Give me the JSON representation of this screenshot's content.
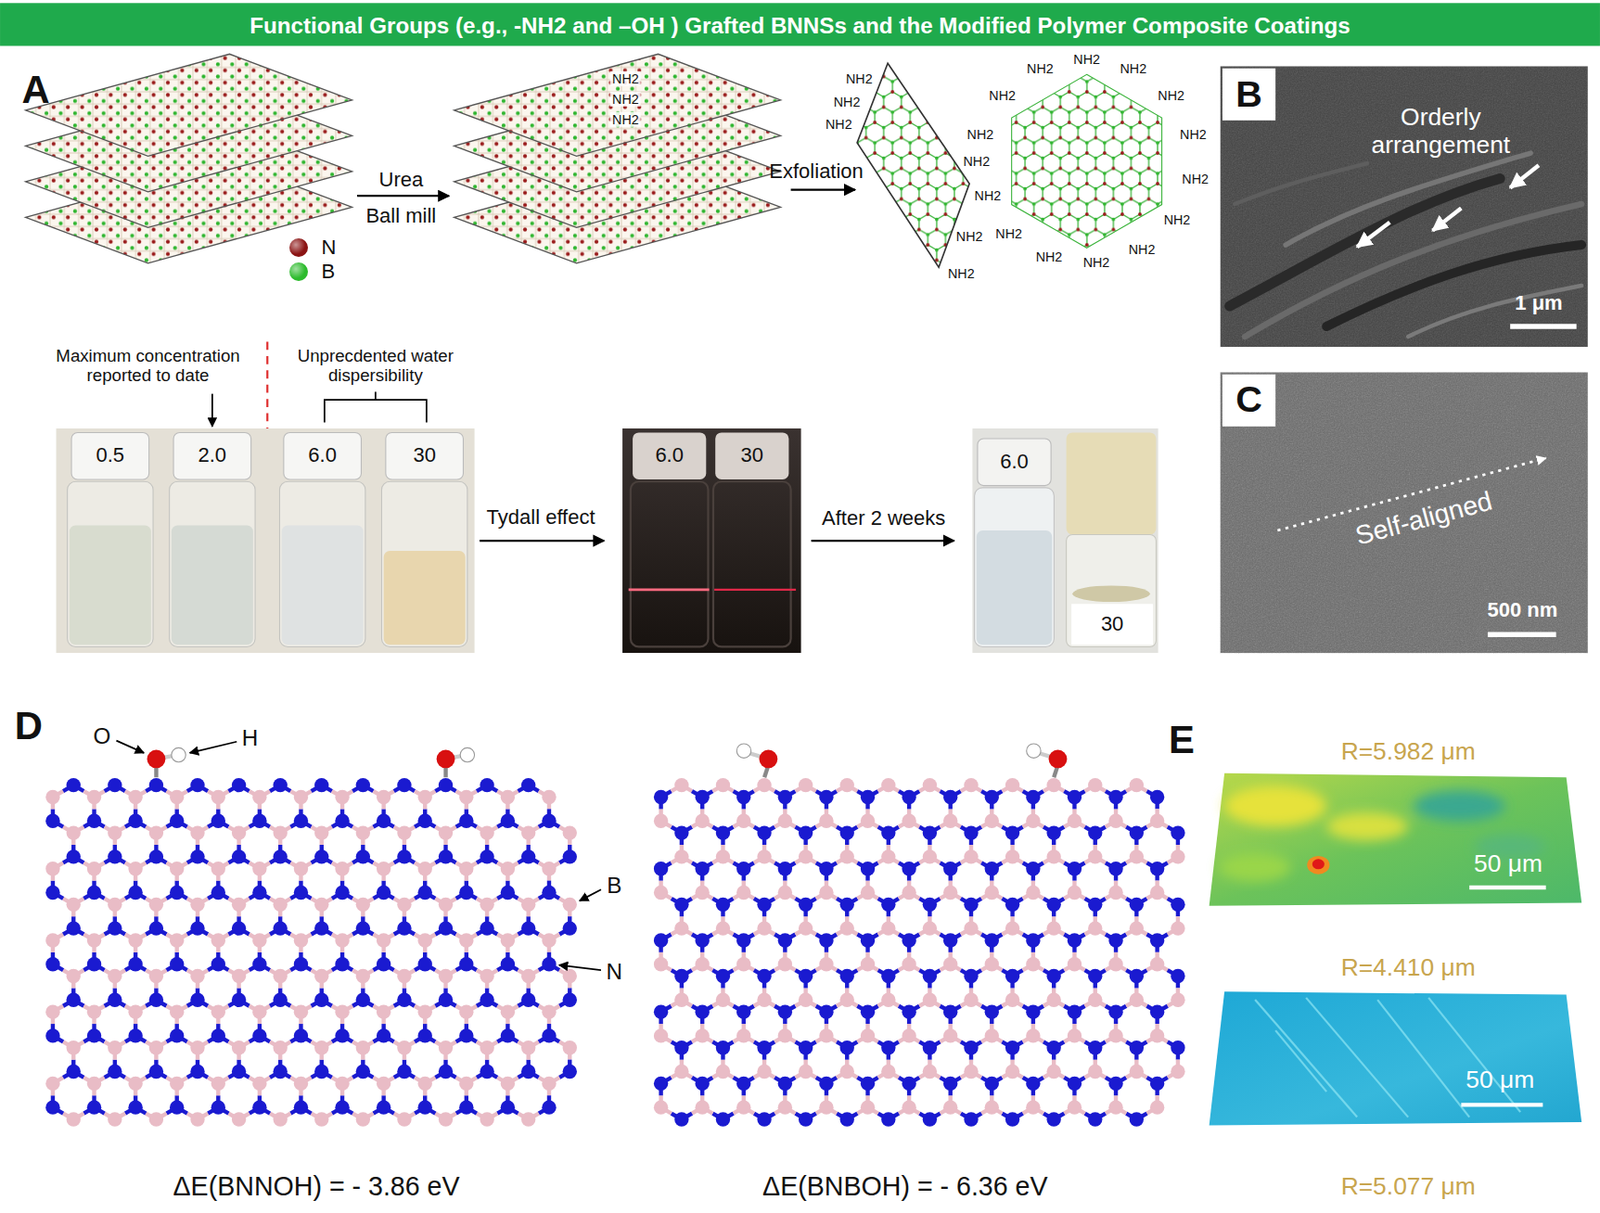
{
  "diagram": {
    "title": "Functional Groups (e.g., -NH2 and –OH ) Grafted BNNSs and the Modified Polymer Composite Coatings",
    "labels": [
      "A",
      "Urea",
      "Ball mill",
      "Exfoliation",
      "NH2",
      "NH2",
      "NH2",
      "NH2",
      "NH2",
      "NH2",
      "NH2",
      "NH2",
      "NH2",
      "NH2",
      "NH2",
      "NH2",
      "NH2",
      "NH2",
      "NH2",
      "NH2",
      "NH2",
      "NH2",
      "NH2",
      "NH2",
      "NH2",
      "NH2",
      "NH2",
      "Maximum concentration reported to date",
      "Unprecdented water dispersibility",
      "0.5",
      "2.0",
      "6.0",
      "30",
      "Tydall effect",
      "6.0",
      "30",
      "After 2 weeks",
      "6.0",
      "30",
      "B",
      "Orderly arrangement",
      "1 μm",
      "C",
      "Self-aligned",
      "500 nm",
      "D",
      "O",
      "H",
      "B",
      "N",
      "ΔE(BNNOH) = - 3.86 eV",
      "ΔE(BNBOH) = - 6.36 eV",
      "E",
      "R=5.982 μm",
      "50 μm",
      "R=4.410 μm",
      "50 μm",
      "R=5.077 μm"
    ],
    "legend": [
      {
        "text": "N",
        "color": "#8b1414"
      },
      {
        "text": "B",
        "color": "#2dbb2d"
      }
    ]
  }
}
